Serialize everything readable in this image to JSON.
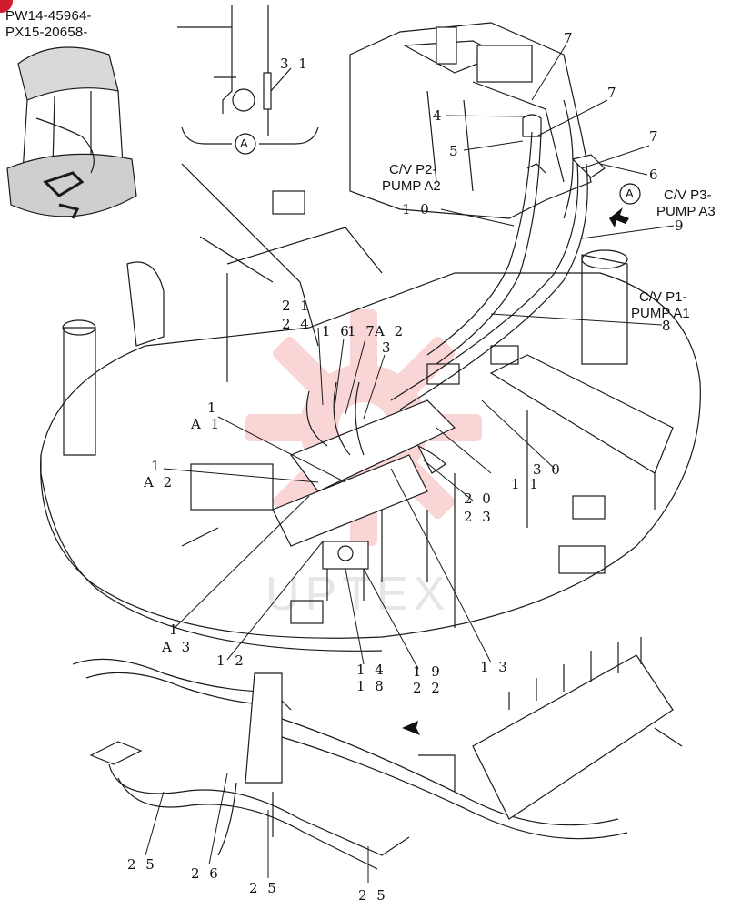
{
  "serials": {
    "line1": "PW14-45964-",
    "line2": "PX15-20658-"
  },
  "view_marks": {
    "detail": "A",
    "arrow": "A"
  },
  "connections": [
    {
      "id": "p2",
      "line1": "C/V P2-",
      "line2": "PUMP A2"
    },
    {
      "id": "p3",
      "line1": "C/V P3-",
      "line2": "PUMP A3"
    },
    {
      "id": "p1",
      "line1": "C/V P1-",
      "line2": "PUMP A1"
    }
  ],
  "callouts": {
    "c31": "3 1",
    "c7a": "7",
    "c7b": "7",
    "c7c": "7",
    "c4": "4",
    "c5": "5",
    "c6": "6",
    "c10": "1 0",
    "c9": "9",
    "c8": "8",
    "c21": "2 1",
    "c24": "2 4",
    "c16": "1 6",
    "c17": "1 7",
    "cA2top": "A 2",
    "c3": "3",
    "c1a": "1",
    "cA1": "A 1",
    "c1b": "1",
    "cA2": "A 2",
    "c30": "3 0",
    "c11": "1 1",
    "c20": "2 0",
    "c23": "2 3",
    "c1c": "1",
    "cA3": "A 3",
    "c12": "1 2",
    "c14": "1 4",
    "c18": "1 8",
    "c19": "1 9",
    "c22": "2 2",
    "c13": "1 3",
    "c25a": "2 5",
    "c26": "2 6",
    "c25b": "2 5",
    "c25c": "2 5"
  },
  "icons": {
    "badge": "corner-badge",
    "watermark": "gear-logo",
    "view_arrow": "view-direction-arrow",
    "inset": "cab-thumbnail"
  },
  "colors": {
    "line": "#1a1a1a",
    "badge": "#d01c2c",
    "watermark": "#f3a6a6"
  }
}
